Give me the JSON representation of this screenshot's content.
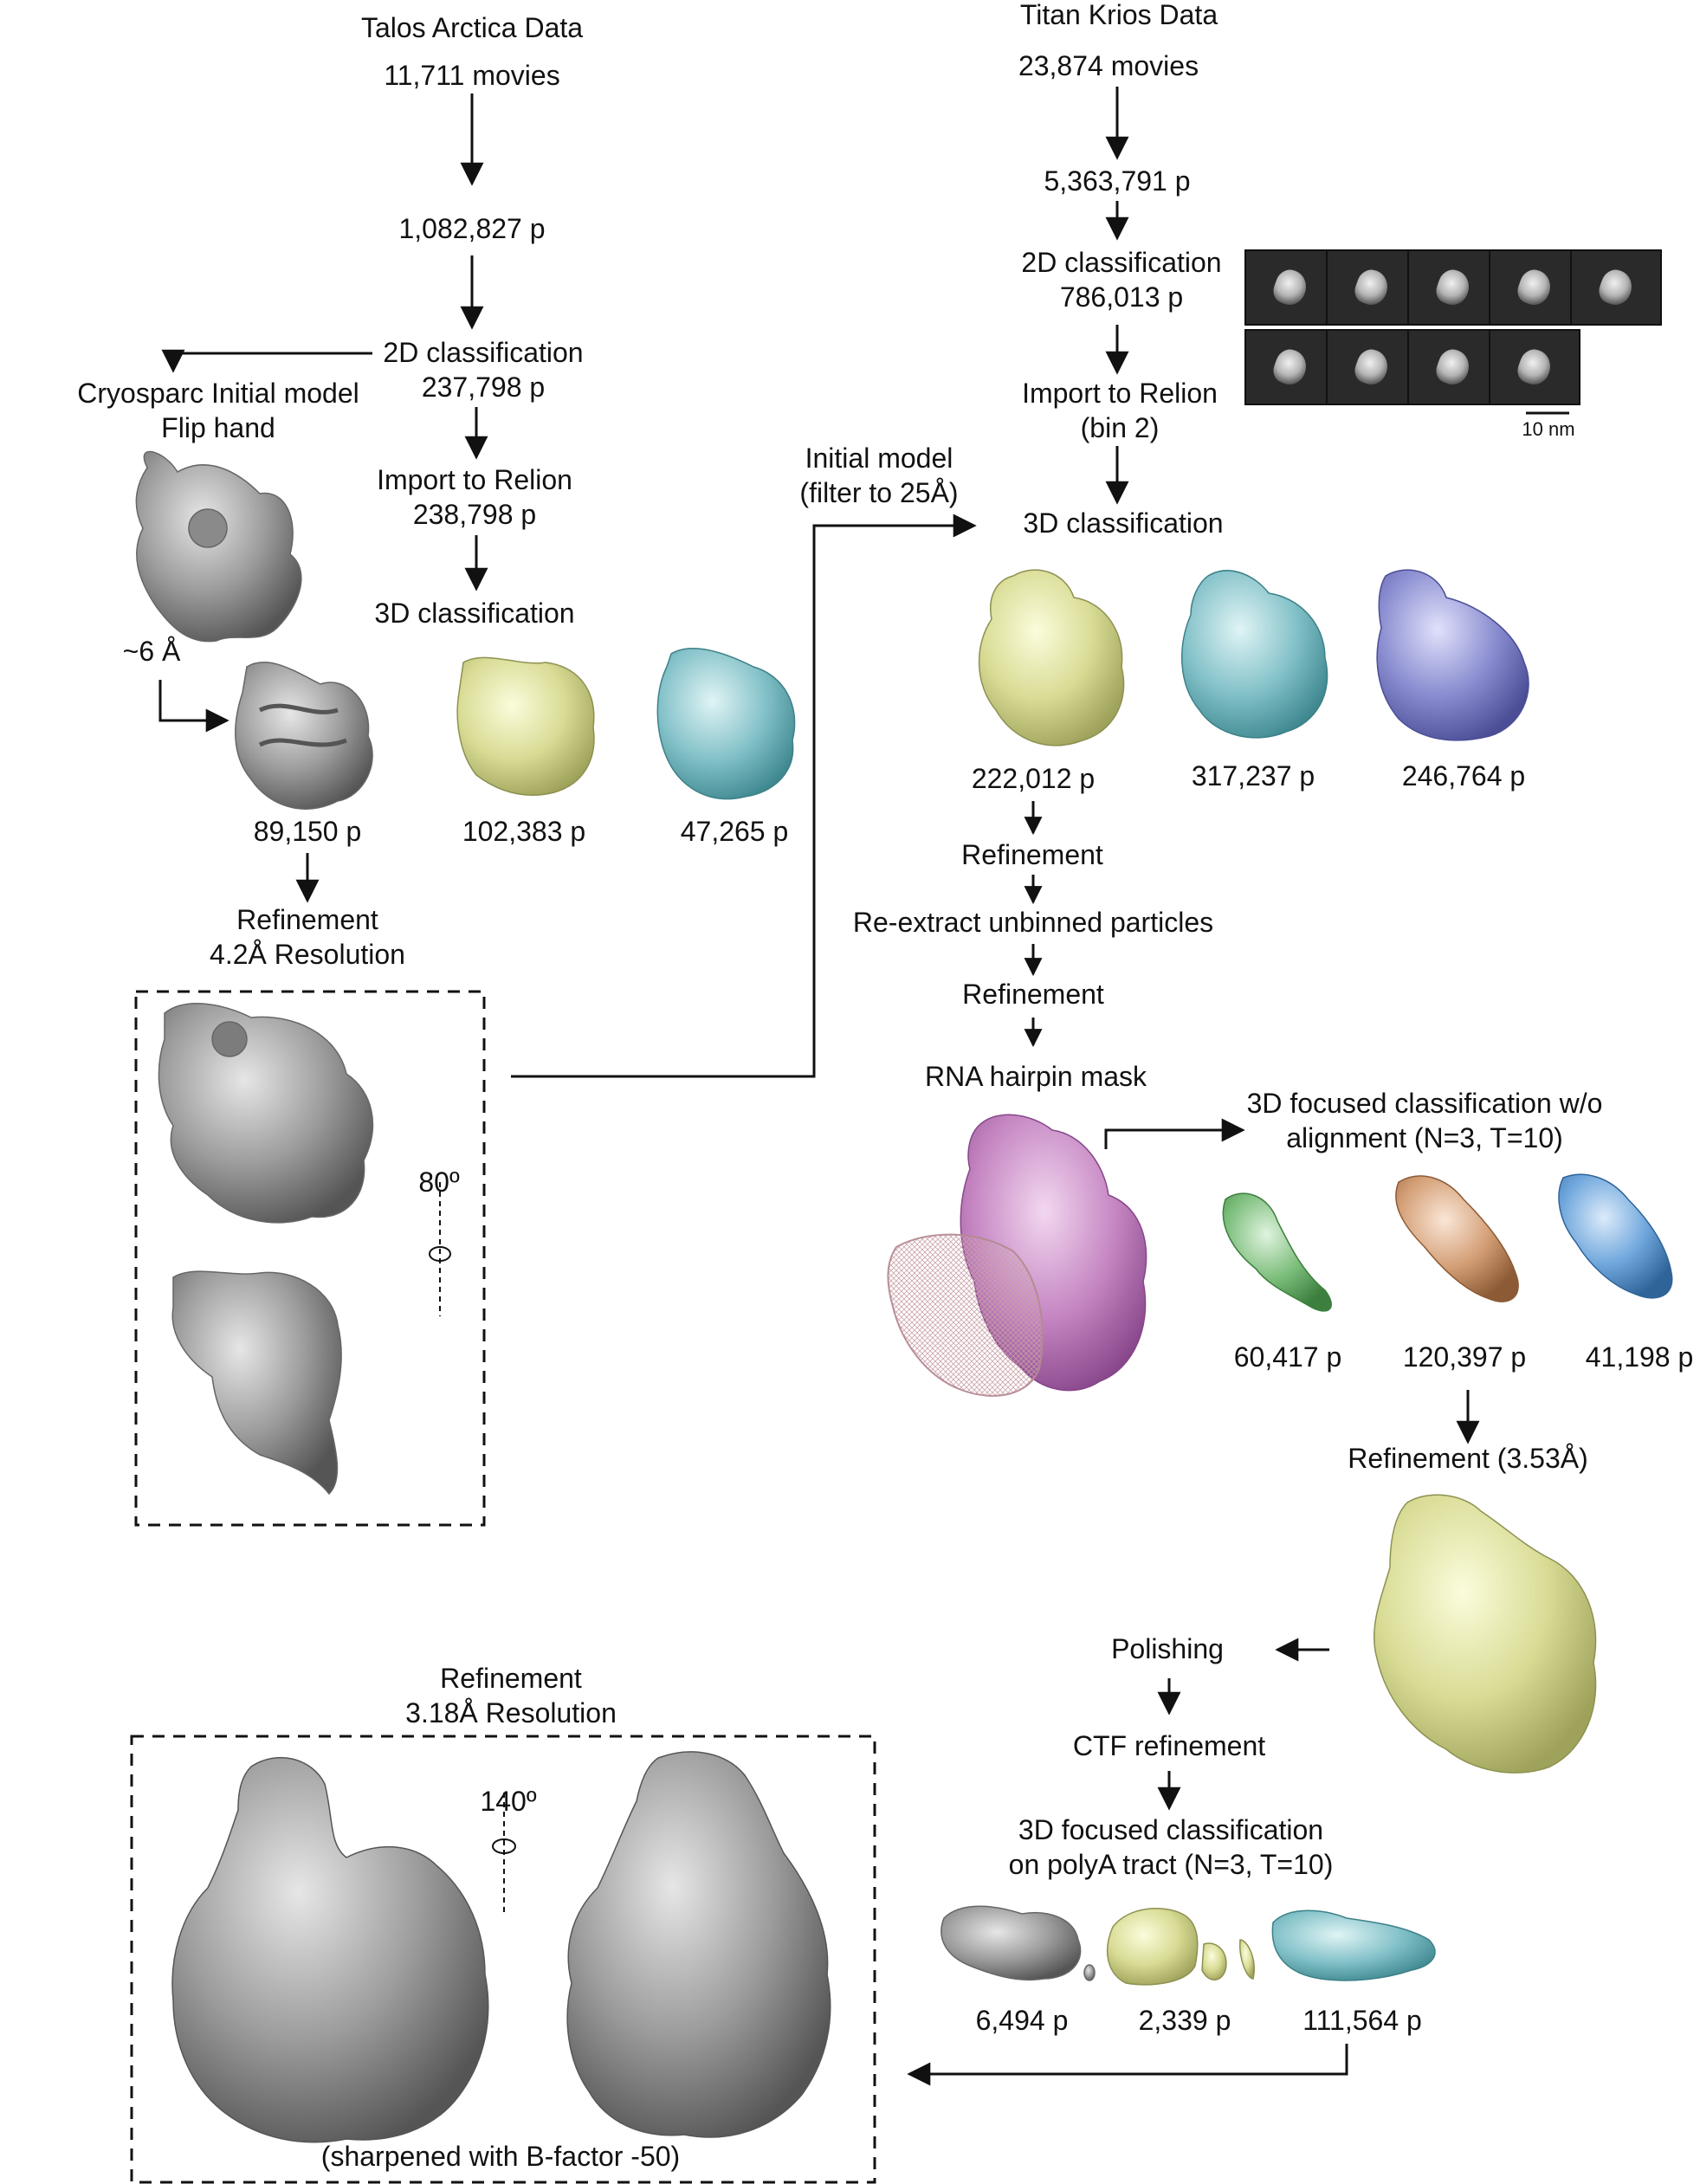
{
  "talos": {
    "title": "Talos Arctica Data",
    "movies": "11,711 movies",
    "particles": "1,082,827 p",
    "class2d": [
      "2D classification",
      "237,798 p"
    ],
    "initial_model": [
      "Cryosparc Initial model",
      "Flip hand"
    ],
    "approx_res": "~6 Å",
    "import": [
      "Import to Relion",
      "238,798 p"
    ],
    "class3d": "3D classification",
    "counts": [
      "89,150 p",
      "102,383 p",
      "47,265 p"
    ],
    "refinement": [
      "Refinement",
      "4.2Å Resolution"
    ],
    "rotation": "80º"
  },
  "titan": {
    "title": "Titan Krios Data",
    "movies": "23,874 movies",
    "particles": "5,363,791 p",
    "class2d": [
      "2D classification",
      "786,013 p"
    ],
    "import": [
      "Import to Relion",
      "(bin 2)"
    ],
    "scale_bar": "10 nm",
    "initial_model": [
      "Initial model",
      "(filter to 25Å)"
    ],
    "class3d": "3D classification",
    "counts": [
      "222,012 p",
      "317,237 p",
      "246,764 p"
    ],
    "steps": [
      "Refinement",
      "Re-extract unbinned particles",
      "Refinement",
      "RNA hairpin mask"
    ],
    "focused": [
      "3D focused classification w/o",
      "alignment (N=3, T=10)"
    ],
    "focused_counts": [
      "60,417 p",
      "120,397 p",
      "41,198 p"
    ],
    "refinement_353": "Refinement (3.53Å)",
    "polishing": "Polishing",
    "ctf": "CTF refinement",
    "polyA": [
      "3D focused classification",
      "on polyA tract (N=3, T=10)"
    ],
    "polyA_counts": [
      "6,494 p",
      "2,339 p",
      "111,564 p"
    ]
  },
  "final": {
    "refinement": [
      "Refinement",
      "3.18Å Resolution"
    ],
    "rotation": "140º",
    "note": "(sharpened with B-factor -50)"
  },
  "colors": {
    "gray": "#9a9a9a",
    "yellow": "#e4e7a6",
    "cyan": "#8fcad0",
    "purple": "#8d8fd0",
    "pink": "#c98bc7",
    "green": "#7bbd7a",
    "orange": "#d9a57c",
    "blue": "#6ea6dc"
  }
}
